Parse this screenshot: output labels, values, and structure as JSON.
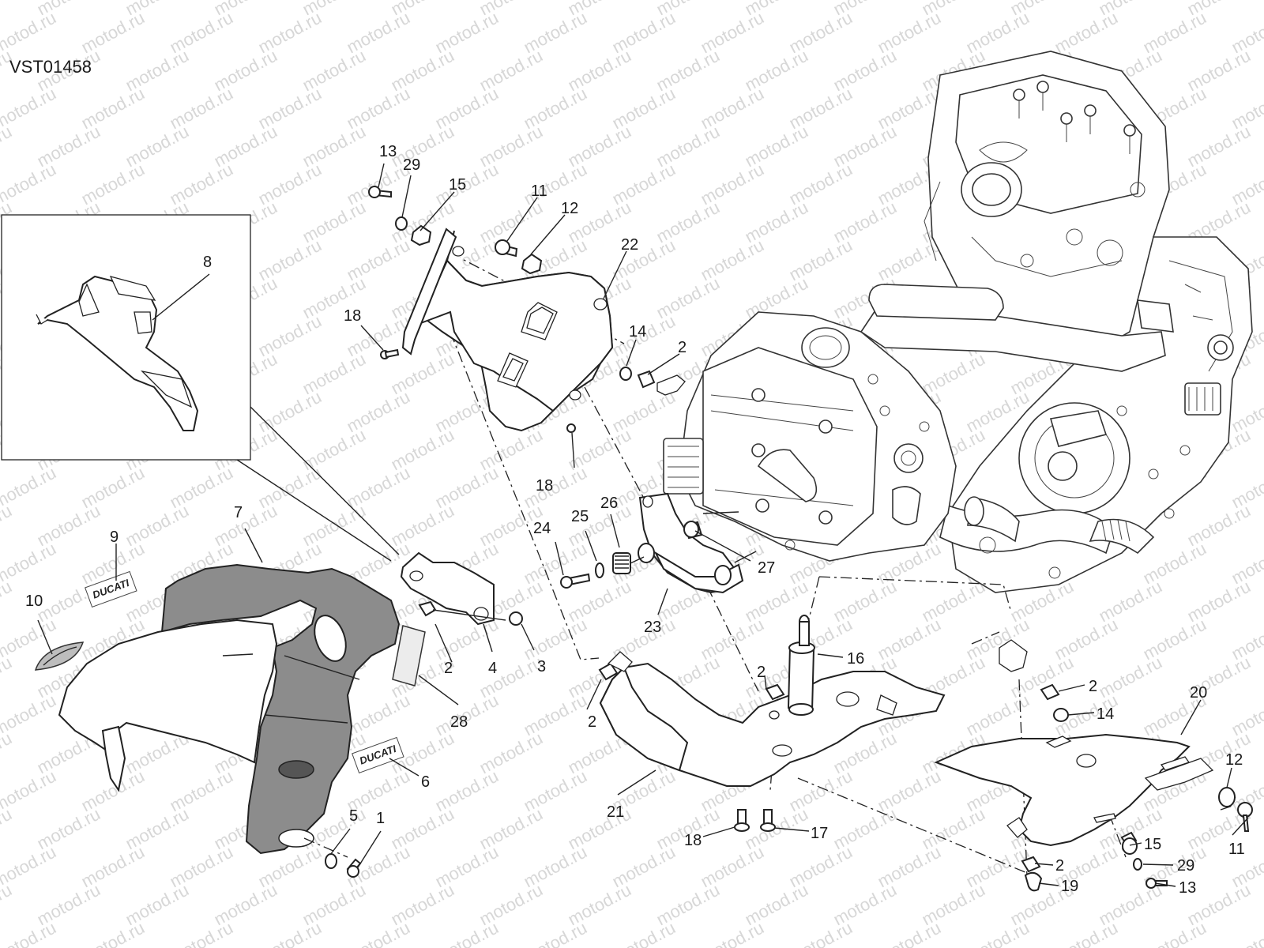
{
  "diagram_code": "VST01458",
  "watermark_text": "motod.ru",
  "decal_text": "DUCATI",
  "callouts": [
    {
      "id": "c1",
      "label": "1"
    },
    {
      "id": "c2a",
      "label": "2"
    },
    {
      "id": "c2b",
      "label": "2"
    },
    {
      "id": "c2c",
      "label": "2"
    },
    {
      "id": "c2d",
      "label": "2"
    },
    {
      "id": "c2e",
      "label": "2"
    },
    {
      "id": "c2f",
      "label": "2"
    },
    {
      "id": "c3",
      "label": "3"
    },
    {
      "id": "c4",
      "label": "4"
    },
    {
      "id": "c5",
      "label": "5"
    },
    {
      "id": "c6",
      "label": "6"
    },
    {
      "id": "c7",
      "label": "7"
    },
    {
      "id": "c8",
      "label": "8"
    },
    {
      "id": "c9",
      "label": "9"
    },
    {
      "id": "c10",
      "label": "10"
    },
    {
      "id": "c11a",
      "label": "11"
    },
    {
      "id": "c11b",
      "label": "11"
    },
    {
      "id": "c12a",
      "label": "12"
    },
    {
      "id": "c12b",
      "label": "12"
    },
    {
      "id": "c13a",
      "label": "13"
    },
    {
      "id": "c13b",
      "label": "13"
    },
    {
      "id": "c14a",
      "label": "14"
    },
    {
      "id": "c14b",
      "label": "14"
    },
    {
      "id": "c15a",
      "label": "15"
    },
    {
      "id": "c15b",
      "label": "15"
    },
    {
      "id": "c16",
      "label": "16"
    },
    {
      "id": "c17",
      "label": "17"
    },
    {
      "id": "c18a",
      "label": "18"
    },
    {
      "id": "c18b",
      "label": "18"
    },
    {
      "id": "c18c",
      "label": "18"
    },
    {
      "id": "c19",
      "label": "19"
    },
    {
      "id": "c20",
      "label": "20"
    },
    {
      "id": "c21",
      "label": "21"
    },
    {
      "id": "c22",
      "label": "22"
    },
    {
      "id": "c23",
      "label": "23"
    },
    {
      "id": "c24",
      "label": "24"
    },
    {
      "id": "c25",
      "label": "25"
    },
    {
      "id": "c26",
      "label": "26"
    },
    {
      "id": "c27",
      "label": "27"
    },
    {
      "id": "c28",
      "label": "28"
    },
    {
      "id": "c29a",
      "label": "29"
    },
    {
      "id": "c29b",
      "label": "29"
    }
  ]
}
